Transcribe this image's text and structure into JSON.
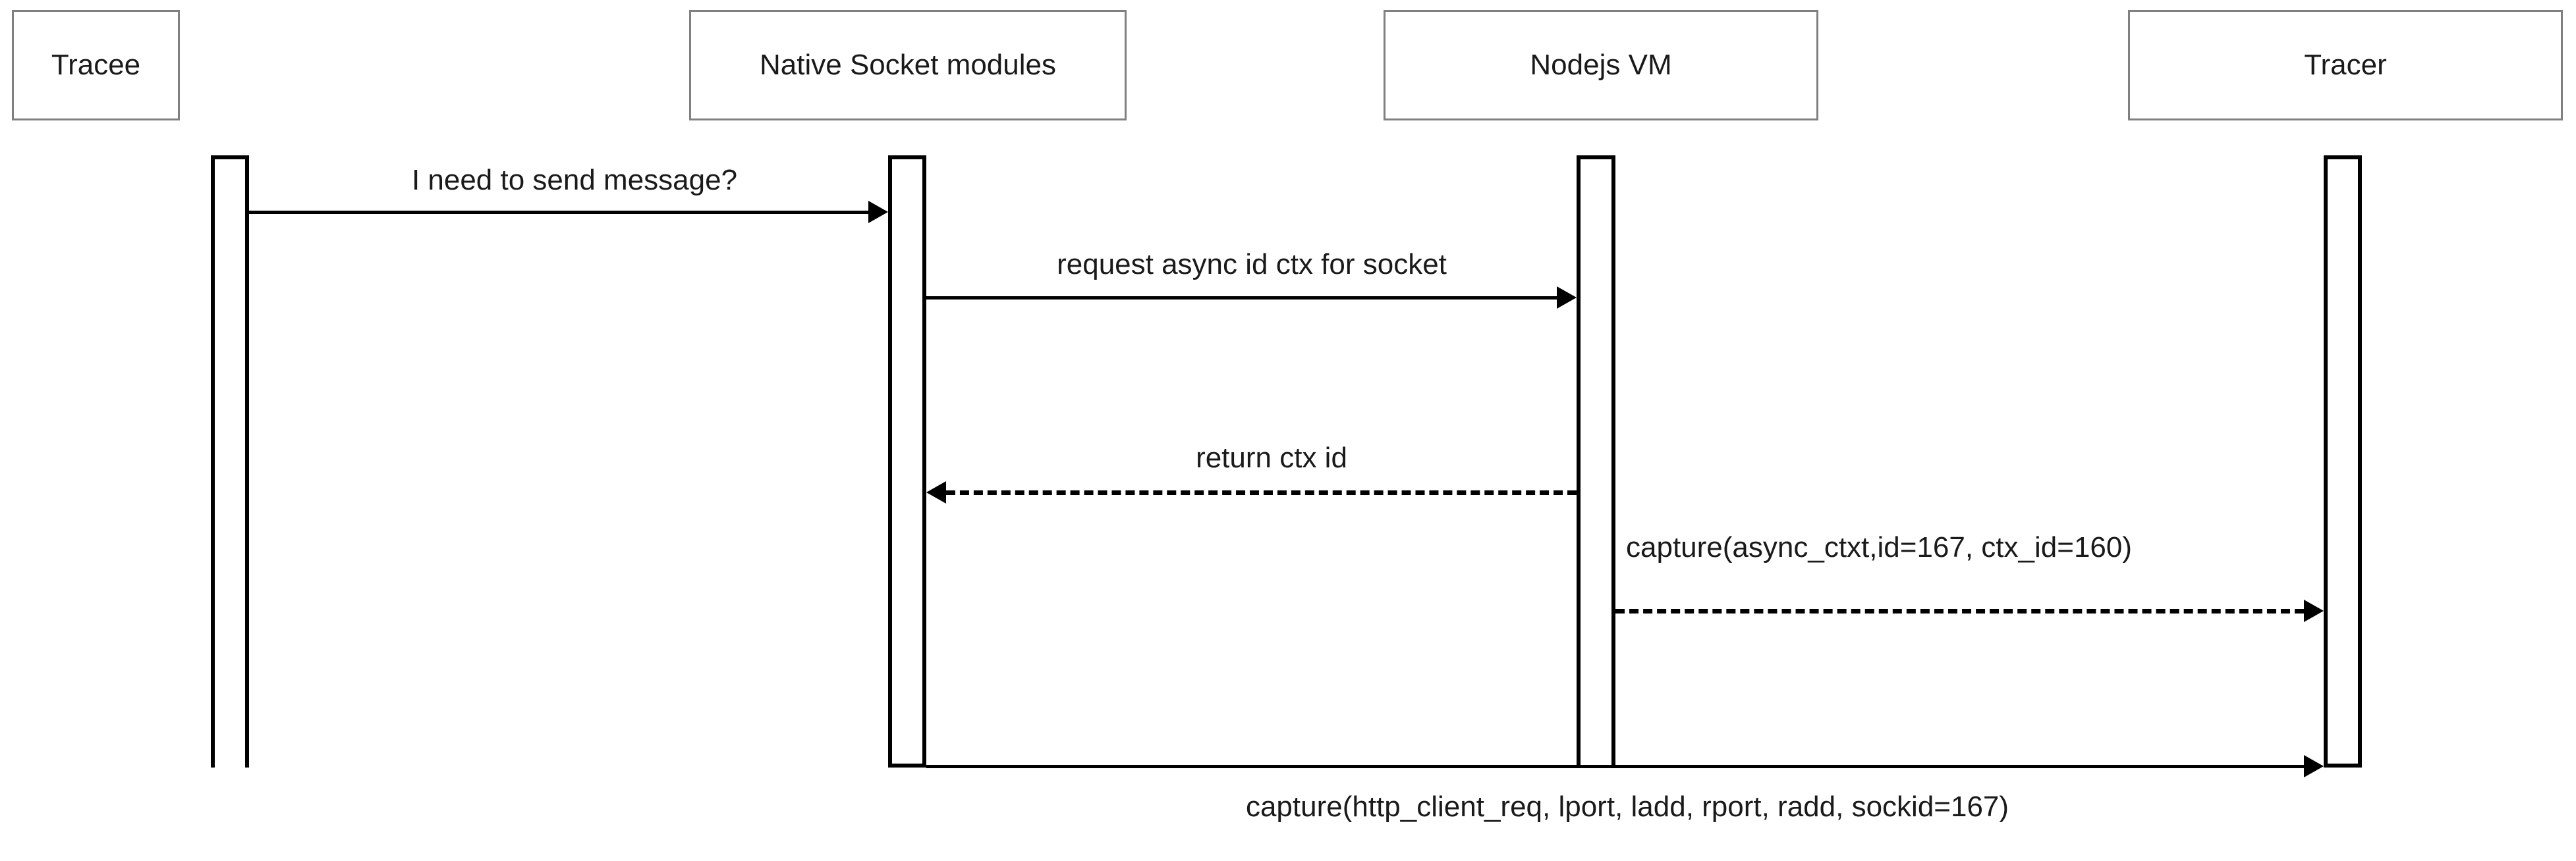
{
  "diagram": {
    "type": "sequence-diagram",
    "title": "",
    "background_color": "#ffffff",
    "line_color": "#000000",
    "box_border_color": "#808080",
    "text_color": "#1a1a1a"
  },
  "participants": [
    {
      "id": "tracee",
      "label": "Tracee"
    },
    {
      "id": "native_socket",
      "label": "Native Socket modules"
    },
    {
      "id": "nodejs_vm",
      "label": "Nodejs VM"
    },
    {
      "id": "tracer",
      "label": "Tracer"
    }
  ],
  "messages": [
    {
      "id": "m1",
      "label": "I need to send message?",
      "from": "tracee",
      "to": "native_socket",
      "style": "solid",
      "direction": "right"
    },
    {
      "id": "m2",
      "label": "request async id ctx for socket",
      "from": "native_socket",
      "to": "nodejs_vm",
      "style": "solid",
      "direction": "right"
    },
    {
      "id": "m3",
      "label": "return ctx id",
      "from": "nodejs_vm",
      "to": "native_socket",
      "style": "dashed",
      "direction": "left"
    },
    {
      "id": "m4",
      "label": "capture(async_ctxt,id=167, ctx_id=160)",
      "from": "nodejs_vm",
      "to": "tracer",
      "style": "dashed",
      "direction": "right"
    },
    {
      "id": "m5",
      "label": "capture(http_client_req, lport, ladd, rport, radd, sockid=167)",
      "from": "native_socket",
      "to": "tracer",
      "style": "solid",
      "direction": "right"
    }
  ]
}
